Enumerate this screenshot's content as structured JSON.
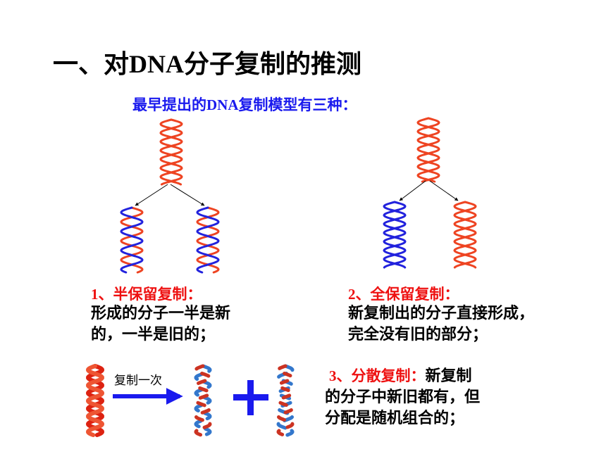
{
  "slide": {
    "title_pre": "一、对",
    "title_latin": "DNA",
    "title_post": "分子复制的推测",
    "subtitle_pre": "最早提出的",
    "subtitle_latin": "DNA",
    "subtitle_post": "复制模型有三种：",
    "colors": {
      "red_strand": "#ee4422",
      "blue_strand": "#2222dd",
      "heading_red": "#ee1111",
      "subtitle_blue": "#1a1aee"
    },
    "model1": {
      "num": "1",
      "name": "、半保留复制：",
      "line1": "形成的分子一半是新",
      "line2": "的，一半是旧的；"
    },
    "model2": {
      "num": "2",
      "name": "、全保留复制：",
      "line1": "新复制出的分子直接形成，",
      "line2": "完全没有旧的部分；"
    },
    "model3": {
      "num": "3",
      "name": "、分散复制：",
      "line1_rest": "新复制",
      "line2": "的分子中新旧都有，但",
      "line3": "分配是随机组合的；"
    },
    "replicate_label": "复制一次"
  }
}
